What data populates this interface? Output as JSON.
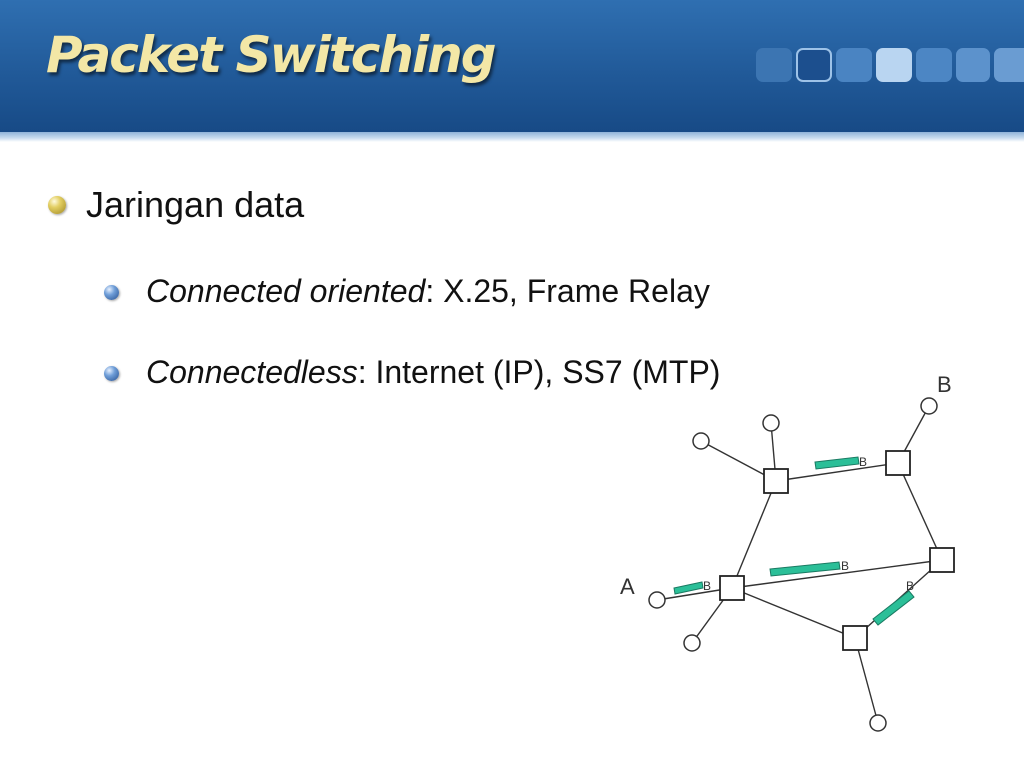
{
  "slide": {
    "title": "Packet Switching",
    "bullets": [
      {
        "text": "Jaringan data"
      }
    ],
    "sub_bullets": [
      {
        "term": "Connected oriented",
        "rest": ": X.25, Frame Relay"
      },
      {
        "term": "Connectedless",
        "rest": ": Internet (IP), SS7 (MTP)"
      }
    ]
  },
  "diagram": {
    "label_a": "A",
    "label_b": "B",
    "packet_label": "B"
  },
  "colors": {
    "header": "#215a99",
    "title": "#f3e7a6",
    "packet": "#2bbf98"
  }
}
